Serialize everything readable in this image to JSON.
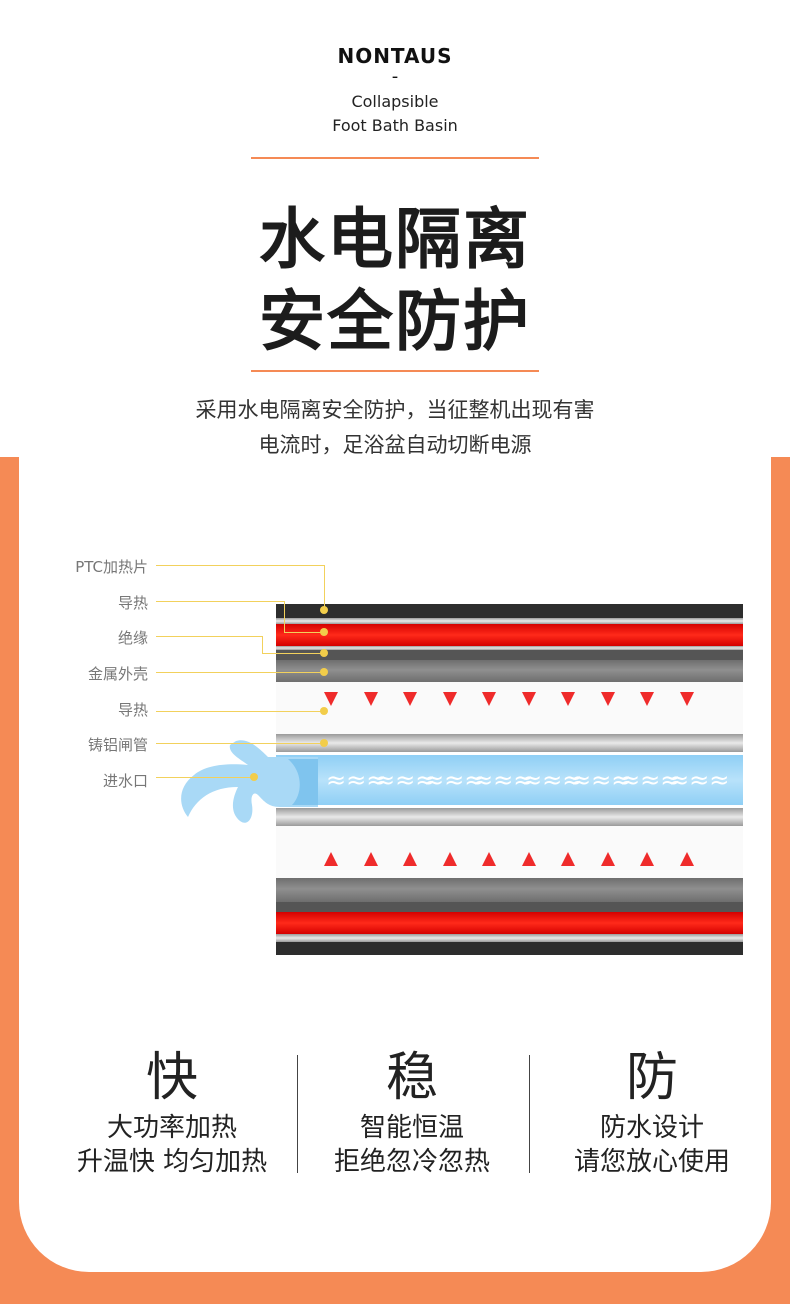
{
  "brand": {
    "name": "NONTAUS",
    "dash": "-",
    "product_line1": "Collapsible",
    "product_line2": "Foot Bath Basin"
  },
  "headline": {
    "line1": "水电隔离",
    "line2": "安全防护"
  },
  "description": {
    "line1": "采用水电隔离安全防护，当征整机出现有害",
    "line2": "电流时，足浴盆自动切断电源"
  },
  "diagram": {
    "labels": [
      "PTC加热片",
      "导热",
      "绝缘",
      "金属外壳",
      "导热",
      "铸铝闸管",
      "进水口"
    ],
    "wave_glyph": "≈≈≈"
  },
  "features": [
    {
      "title": "快",
      "line1": "大功率加热",
      "line2": "升温快 均匀加热"
    },
    {
      "title": "稳",
      "line1": "智能恒温",
      "line2": "拒绝忽冷忽热"
    },
    {
      "title": "防",
      "line1": "防水设计",
      "line2": "请您放心使用"
    }
  ],
  "colors": {
    "accent_orange": "#f58a55",
    "heater_red": "#ff2a1a",
    "water_blue": "#b8e2fa",
    "leader_yellow": "#f2d15c"
  }
}
